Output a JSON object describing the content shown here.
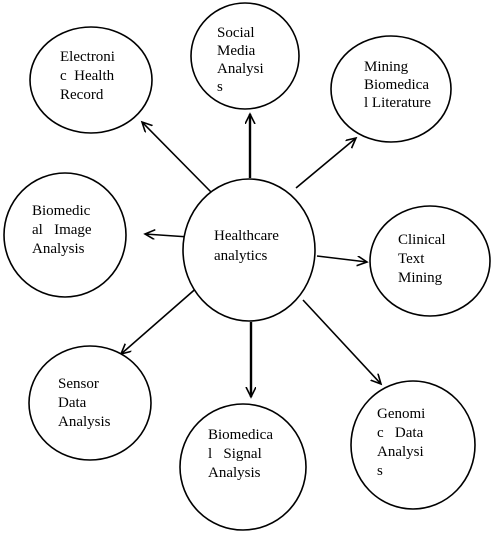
{
  "center": {
    "lines": [
      "Healthcare",
      "analytics"
    ]
  },
  "nodes": [
    {
      "id": "ehr",
      "lines": [
        "Electroni",
        "c  Health",
        "Record"
      ]
    },
    {
      "id": "social-media",
      "lines": [
        "Social",
        "Media",
        "Analysi",
        "s"
      ]
    },
    {
      "id": "mining-biomedical",
      "lines": [
        "Mining",
        "Biomedica",
        "l Literature"
      ]
    },
    {
      "id": "biomedical-image",
      "lines": [
        "Biomedic",
        "al   Image",
        "Analysis"
      ]
    },
    {
      "id": "clinical-text",
      "lines": [
        "Clinical",
        "Text",
        "Mining"
      ]
    },
    {
      "id": "sensor-data",
      "lines": [
        "Sensor",
        "Data",
        "Analysis"
      ]
    },
    {
      "id": "biomedical-signal",
      "lines": [
        "Biomedica",
        "l   Signal",
        "Analysis"
      ]
    },
    {
      "id": "genomic-data",
      "lines": [
        "Genomi",
        "c   Data",
        "Analysi",
        "s"
      ]
    }
  ],
  "colors": {
    "stroke": "#000000",
    "background": "#ffffff"
  }
}
